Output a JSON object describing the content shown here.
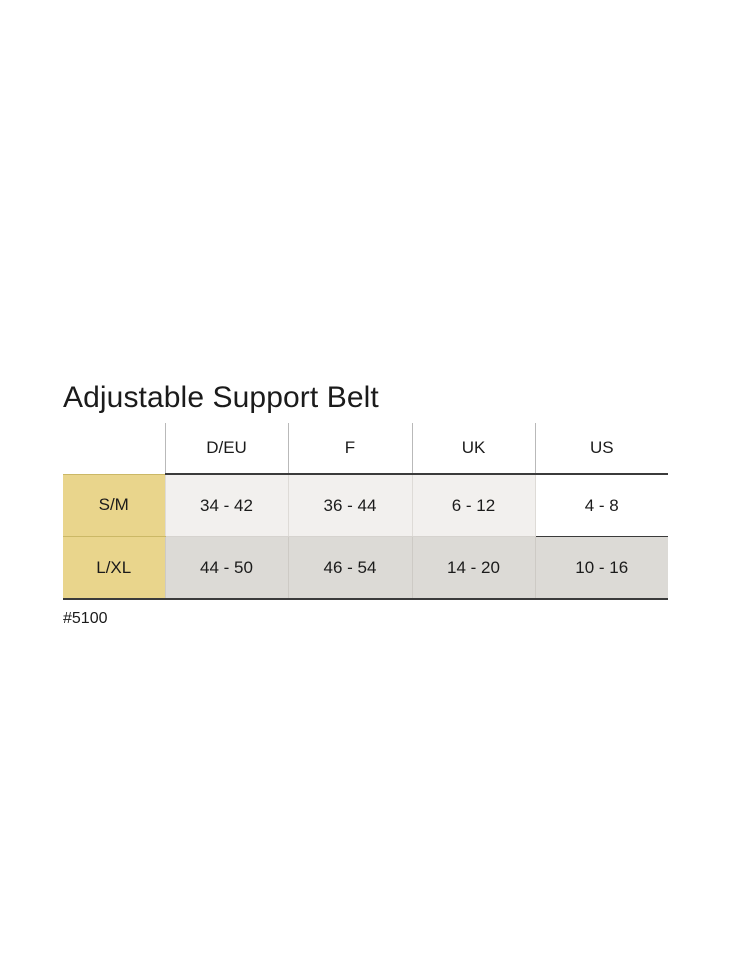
{
  "chart": {
    "title": "Adjustable Support Belt",
    "footnote": "#5100",
    "corner_label": "",
    "columns": [
      "D/EU",
      "F",
      "UK",
      "US"
    ],
    "rows": [
      {
        "label": "S/M",
        "values": [
          "34 - 42",
          "36 - 44",
          "6 - 12",
          "4 - 8"
        ]
      },
      {
        "label": "L/XL",
        "values": [
          "44 - 50",
          "46 - 54",
          "14 - 20",
          "10 - 16"
        ]
      }
    ],
    "colors": {
      "label_cell": "#E9D58C",
      "row_sm_cell": "#F2F0EE",
      "row_lxl_cell": "#DCDAD6",
      "border_strong": "#3B3B3B",
      "text": "#1B1B1B",
      "page_background": "#FFFFFF"
    }
  },
  "chart_data": {
    "type": "table",
    "title": "Adjustable Support Belt",
    "categories": [
      "D/EU",
      "F",
      "UK",
      "US"
    ],
    "series": [
      {
        "name": "S/M",
        "values": [
          "34 - 42",
          "36 - 44",
          "6 - 12",
          "4 - 8"
        ]
      },
      {
        "name": "L/XL",
        "values": [
          "44 - 50",
          "46 - 54",
          "14 - 20",
          "10 - 16"
        ]
      }
    ],
    "xlabel": "",
    "ylabel": "",
    "grid": true,
    "legend": "none",
    "annotations": [
      "#5100"
    ]
  }
}
